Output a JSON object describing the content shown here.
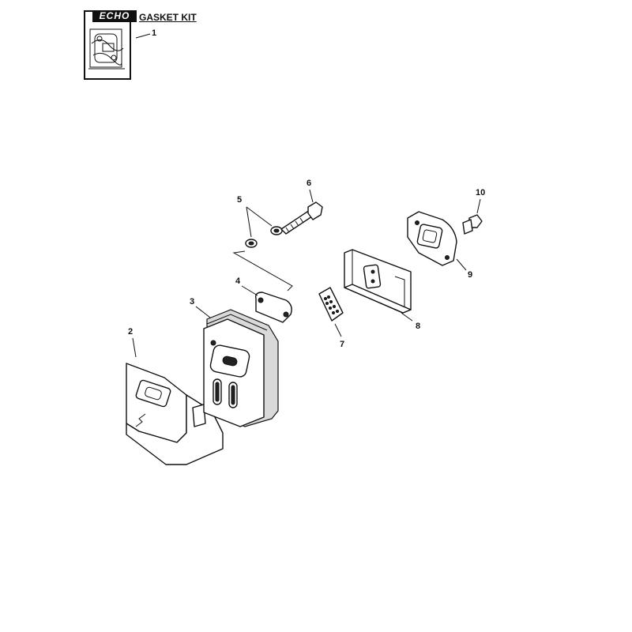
{
  "kit": {
    "brand": "ECHO",
    "title": "GASKET KIT",
    "callout": "1"
  },
  "callouts": {
    "p2": "2",
    "p3": "3",
    "p4": "4",
    "p5": "5",
    "p6": "6",
    "p7": "7",
    "p8": "8",
    "p9": "9",
    "p10": "10"
  }
}
